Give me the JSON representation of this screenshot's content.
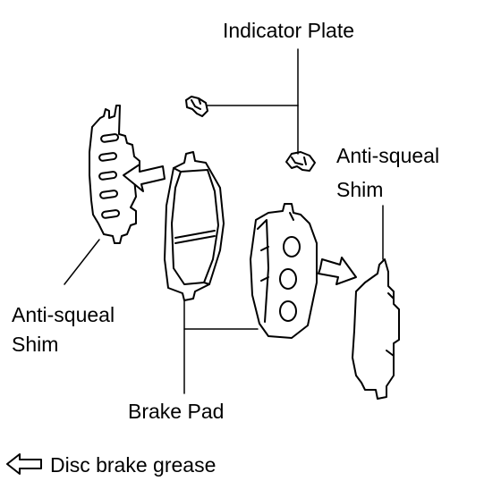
{
  "labels": {
    "indicator_plate": "Indicator Plate",
    "anti_squeal_shim_right_1": "Anti-squeal",
    "anti_squeal_shim_right_2": "Shim",
    "anti_squeal_shim_left_1": "Anti-squeal",
    "anti_squeal_shim_left_2": "Shim",
    "brake_pad": "Brake Pad"
  },
  "legend": {
    "icon": "outline-arrow-left-icon",
    "text": "Disc brake grease"
  },
  "colors": {
    "line": "#000000",
    "background": "#ffffff",
    "hatch": "#000000"
  }
}
